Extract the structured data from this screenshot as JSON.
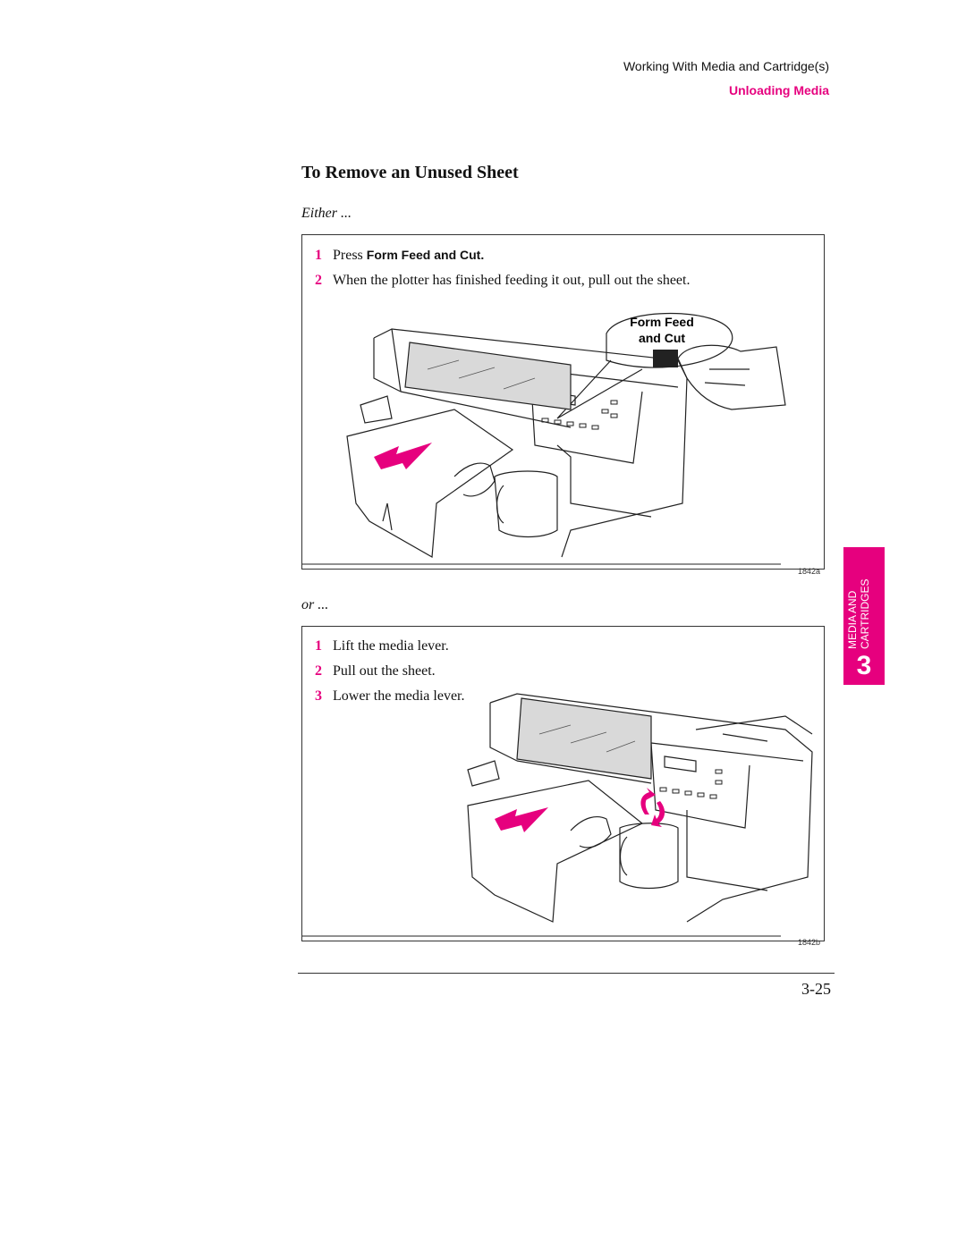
{
  "header": {
    "running_title": "Working With Media and Cartridge(s)",
    "section": "Unloading Media"
  },
  "title": "To Remove an Unused Sheet",
  "either_label": "Either ...",
  "or_label": "or ...",
  "procedure1": {
    "steps": [
      {
        "num": "1",
        "text": "Press ",
        "ui_text": "Form Feed and Cut."
      },
      {
        "num": "2",
        "text": "When the plotter has finished feeding it out, pull out the sheet."
      }
    ],
    "callout_line1": "Form Feed",
    "callout_line2": "and Cut",
    "figure_id": "1842a"
  },
  "procedure2": {
    "steps": [
      {
        "num": "1",
        "text": "Lift the media lever."
      },
      {
        "num": "2",
        "text": "Pull out the sheet."
      },
      {
        "num": "3",
        "text": "Lower the media lever."
      }
    ],
    "figure_id": "1842b"
  },
  "side_tab": {
    "number": "3",
    "line1": "MEDIA AND",
    "line2": "CARTRIDGES"
  },
  "page_number": "3-25",
  "colors": {
    "accent": "#e6007e"
  }
}
